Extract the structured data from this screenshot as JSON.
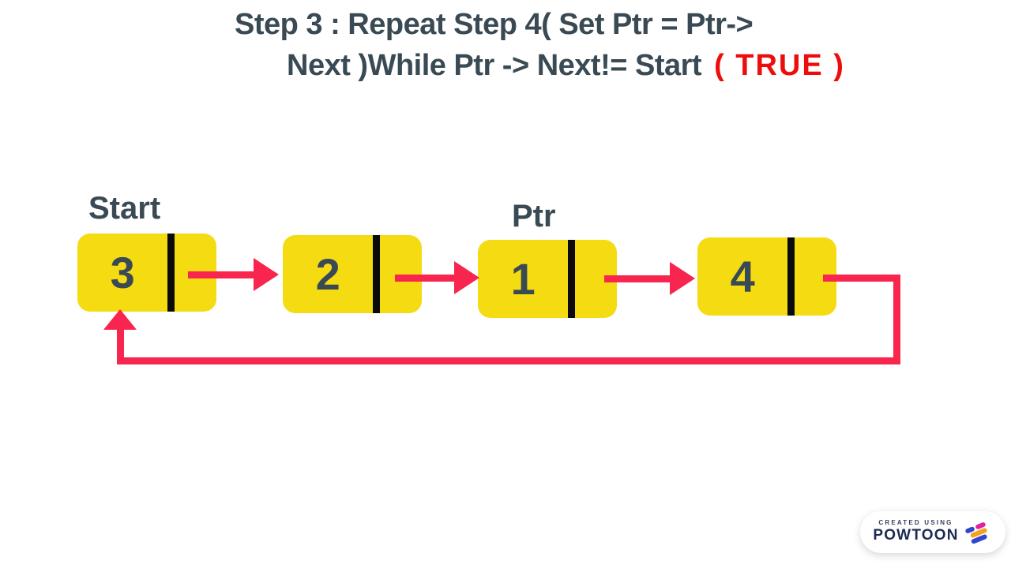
{
  "title": {
    "line1": "Step 3 : Repeat Step 4( Set Ptr = Ptr->",
    "line2": "Next )While Ptr -> Next!= Start",
    "condition_result": "( TRUE )"
  },
  "diagram": {
    "start_label": "Start",
    "ptr_label": "Ptr",
    "nodes": [
      {
        "value": "3"
      },
      {
        "value": "2"
      },
      {
        "value": "1"
      },
      {
        "value": "4"
      }
    ]
  },
  "badge": {
    "created_using": "CREATED USING",
    "brand": "POWTOON"
  },
  "icons": {
    "arrow_head": "next-pointer-arrow-icon",
    "loop_arrow": "loop-back-arrow-icon",
    "logo": "powtoon-logo-icon"
  },
  "colors": {
    "yellow": "#F5DB12",
    "arrow": "#F8254E",
    "slate": "#3A4A54",
    "red": "#EE0D0D",
    "black": "#0B0B0B",
    "navy": "#1D2B52"
  }
}
